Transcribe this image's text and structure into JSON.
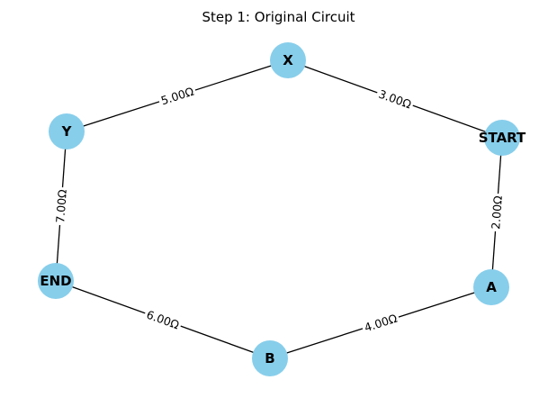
{
  "title": "Step 1: Original Circuit",
  "colors": {
    "node_fill": "#87ceeb",
    "edge": "#000000",
    "background": "#ffffff"
  },
  "nodes": [
    {
      "id": "X",
      "label": "X"
    },
    {
      "id": "Y",
      "label": "Y"
    },
    {
      "id": "START",
      "label": "START"
    },
    {
      "id": "A",
      "label": "A"
    },
    {
      "id": "B",
      "label": "B"
    },
    {
      "id": "END",
      "label": "END"
    }
  ],
  "edges": [
    {
      "from": "Y",
      "to": "X",
      "label": "5.00Ω"
    },
    {
      "from": "X",
      "to": "START",
      "label": "3.00Ω"
    },
    {
      "from": "START",
      "to": "A",
      "label": "2.00Ω"
    },
    {
      "from": "A",
      "to": "B",
      "label": "4.00Ω"
    },
    {
      "from": "B",
      "to": "END",
      "label": "6.00Ω"
    },
    {
      "from": "END",
      "to": "Y",
      "label": "7.00Ω"
    }
  ]
}
